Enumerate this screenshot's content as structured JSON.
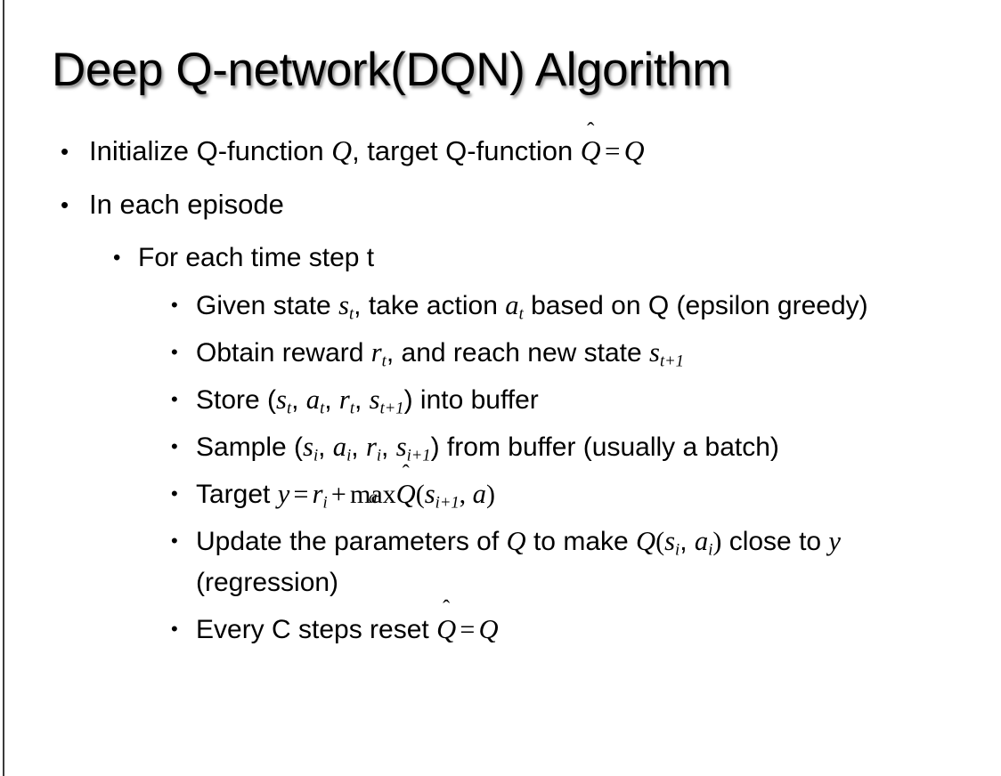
{
  "slide": {
    "title": "Deep Q-network(DQN) Algorithm",
    "background_color": "#ffffff",
    "text_color": "#000000",
    "edge_rule_color": "#3a3a3a"
  },
  "bullets": {
    "l1_initialize": {
      "pre": "Initialize Q-function ",
      "var_q1": "Q",
      "mid": ", target Q-function ",
      "var_qhat": "Q",
      "hat": "̂",
      "equals": "=",
      "var_q2": "Q"
    },
    "l1_in_each_episode": "In each episode",
    "l2_for_each_time_step": "For each time step t",
    "l3_given_state": {
      "p1": "Given state ",
      "s": "s",
      "s_sub": "t",
      "p2": ", take action ",
      "a": "a",
      "a_sub": "t",
      "p3": " based on Q (epsilon greedy)"
    },
    "l3_obtain_reward": {
      "p1": "Obtain reward ",
      "r": "r",
      "r_sub": "t",
      "p2": ", and reach new state ",
      "s": "s",
      "s_sub": "t+1"
    },
    "l3_store": {
      "p1": "Store (",
      "s1": "s",
      "s1_sub": "t",
      "c1": ", ",
      "a1": "a",
      "a1_sub": "t",
      "c2": ", ",
      "r1": "r",
      "r1_sub": "t",
      "c3": ", ",
      "s2": "s",
      "s2_sub": "t+1",
      "p2": ") into buffer"
    },
    "l3_sample": {
      "p1": "Sample (",
      "s1": "s",
      "s1_sub": "i",
      "c1": ", ",
      "a1": "a",
      "a1_sub": "i",
      "c2": ", ",
      "r1": "r",
      "r1_sub": "i",
      "c3": ", ",
      "s2": "s",
      "s2_sub": "i+1",
      "p2": ") from buffer (usually a batch)"
    },
    "l3_target": {
      "p1": "Target ",
      "y": "y",
      "eq": "=",
      "r": "r",
      "r_sub": "i",
      "plus": "+",
      "max_op": "max",
      "max_sub": "a",
      "qhat": "Q",
      "hat": "̂",
      "open": "(",
      "s": "s",
      "s_sub": "i+1",
      "comma": ", ",
      "a": "a",
      "close": ")"
    },
    "l3_update": {
      "p1": "Update the parameters of ",
      "q1": "Q",
      "p2": " to make ",
      "q2": "Q",
      "open": "(",
      "s": "s",
      "s_sub": "i",
      "comma": ", ",
      "a": "a",
      "a_sub": "i",
      "close": ")",
      "p3": " close to ",
      "y": "y",
      "p4": " (regression)"
    },
    "l3_reset": {
      "p1": "Every C steps reset ",
      "qhat": "Q",
      "hat": "̂",
      "eq": "=",
      "q": "Q"
    }
  }
}
